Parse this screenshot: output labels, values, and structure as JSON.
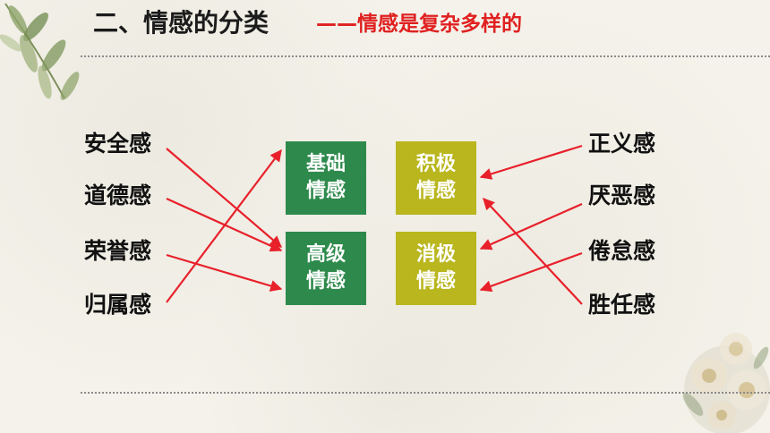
{
  "header": {
    "title": "二、情感的分类",
    "subtitle": "——情感是复杂多样的"
  },
  "left_terms": [
    "安全感",
    "道德感",
    "荣誉感",
    "归属感"
  ],
  "right_terms": [
    "正义感",
    "厌恶感",
    "倦怠感",
    "胜任感"
  ],
  "boxes": {
    "basic": {
      "line1": "基础",
      "line2": "情感",
      "color": "#2e8a4c"
    },
    "advanced": {
      "line1": "高级",
      "line2": "情感",
      "color": "#2e8a4c"
    },
    "positive": {
      "line1": "积极",
      "line2": "情感",
      "color": "#b9b61e"
    },
    "negative": {
      "line1": "消极",
      "line2": "情感",
      "color": "#b9b61e"
    }
  },
  "colors": {
    "arrow": "#e8202a",
    "title_accent": "#e02020"
  },
  "connections": [
    {
      "from": "安全感",
      "to": "高级情感"
    },
    {
      "from": "道德感",
      "to": "高级情感"
    },
    {
      "from": "荣誉感",
      "to": "高级情感"
    },
    {
      "from": "归属感",
      "to": "基础情感"
    },
    {
      "from": "正义感",
      "to": "积极情感"
    },
    {
      "from": "厌恶感",
      "to": "消极情感"
    },
    {
      "from": "倦怠感",
      "to": "消极情感"
    },
    {
      "from": "胜任感",
      "to": "积极情感"
    }
  ],
  "icons": {
    "top_left": "leaf-branch-icon",
    "bottom_right": "flower-cluster-icon"
  }
}
